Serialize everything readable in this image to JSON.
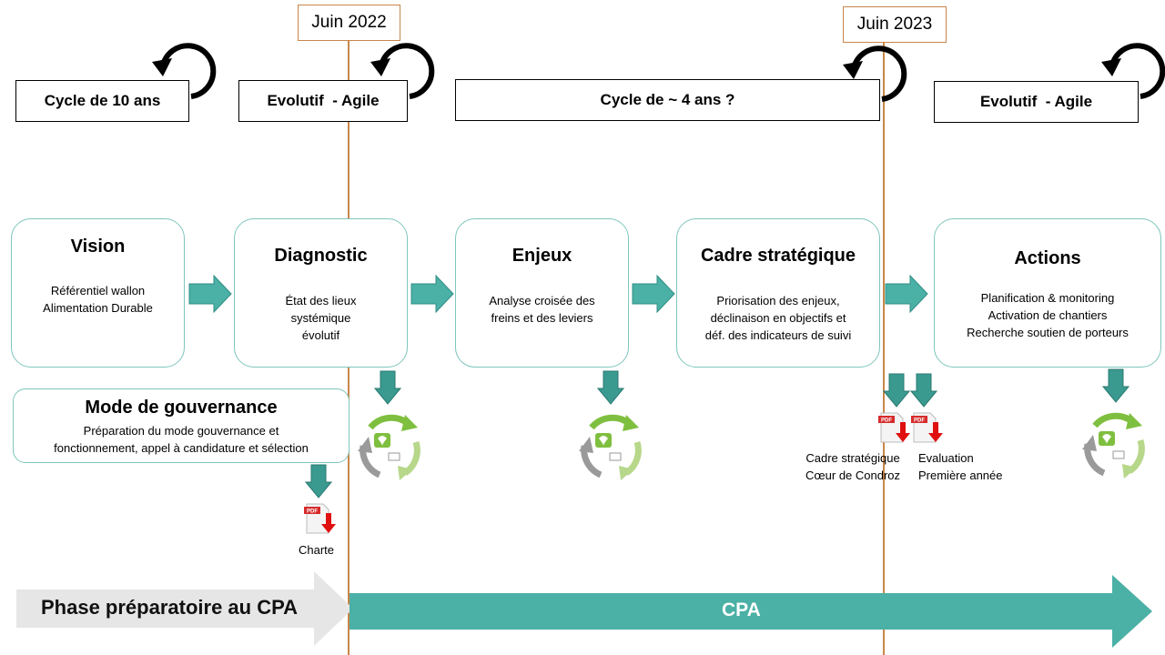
{
  "dates": {
    "june_2022": "Juin 2022",
    "june_2023": "Juin 2023"
  },
  "cycles": [
    "Cycle de 10 ans",
    "Evolutif  - Agile",
    "Cycle de ~ 4 ans ?",
    "Evolutif  - Agile"
  ],
  "stages": {
    "vision": {
      "title": "Vision",
      "desc_line1": "Référentiel wallon",
      "desc_line2": "Alimentation Durable"
    },
    "diagnostic": {
      "title": "Diagnostic",
      "desc_line1": "État des lieux",
      "desc_line2": "systémique",
      "desc_line3": "évolutif"
    },
    "enjeux": {
      "title": "Enjeux",
      "desc_line1": "Analyse croisée des",
      "desc_line2": "freins et des leviers"
    },
    "cadre": {
      "title": "Cadre stratégique",
      "desc_line1": "Priorisation des enjeux,",
      "desc_line2": "déclinaison en objectifs et",
      "desc_line3": "déf. des indicateurs de suivi"
    },
    "actions": {
      "title": "Actions",
      "desc_line1": "Planification & monitoring",
      "desc_line2": "Activation de chantiers",
      "desc_line3": "Recherche soutien de porteurs"
    }
  },
  "governance": {
    "title": "Mode de gouvernance",
    "desc_line1": "Préparation du mode gouvernance et",
    "desc_line2": "fonctionnement,  appel à candidature et sélection"
  },
  "documents": {
    "charte": "Charte",
    "cadre_line1": "Cadre stratégique",
    "cadre_line2": "Cœur de Condroz",
    "eval_line1": "Evaluation",
    "eval_line2": "Première année",
    "pdf_tag": "PDF"
  },
  "phases": {
    "preparatory": "Phase préparatoire au CPA",
    "cpa": "CPA"
  },
  "colors": {
    "teal": "#4bb0a5",
    "teal_dark": "#2f8f86",
    "orange_line": "#c9864a",
    "grey_arrow": "#e6e6e6",
    "cycle_green": "#8cc14c"
  }
}
